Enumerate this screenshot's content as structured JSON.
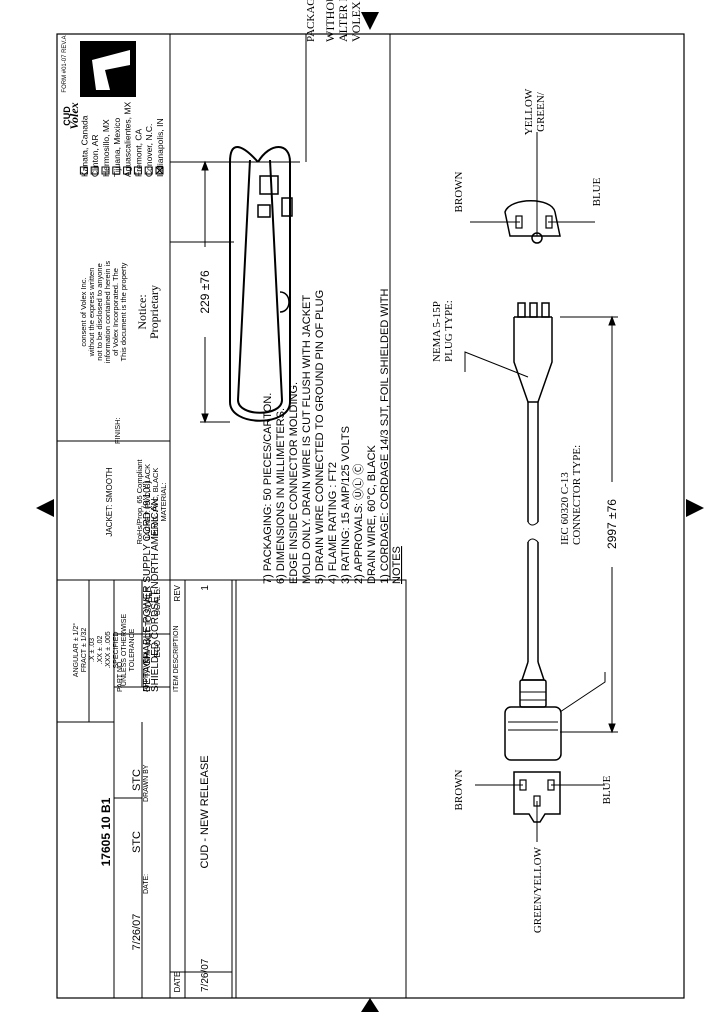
{
  "reserve_notice": [
    "VOLEX RESERVES THE RIGHT TO",
    "ALTER NON-CRITICAL DIMENSIONS",
    "WITHOUT NOTICE."
  ],
  "packaging_label": "PACKAGING: FOLD & TIE",
  "dimensions": {
    "coil_length": "229 ±76",
    "cord_length": "2997 ±76"
  },
  "plug": {
    "face_wires": {
      "green_yellow": [
        "GREEN/",
        "YELLOW"
      ],
      "brown": "BROWN",
      "blue": "BLUE"
    },
    "type_label": [
      "PLUG TYPE:",
      "NEMA 5-15P"
    ]
  },
  "connector": {
    "type_label": [
      "CONNECTOR TYPE:",
      "IEC 60320 C-13"
    ],
    "face_wires": {
      "brown": "BROWN",
      "blue": "BLUE",
      "green_yellow": "GREEN/YELLOW"
    }
  },
  "notes": {
    "title": "NOTES",
    "lines": [
      "1) CORDAGE: CORDAGE 14/3 SJT, FOIL SHIELDED WITH",
      "    DRAIN WIRE, 60°C, BLACK",
      "2) APPROVALS: ⓊⓁ Ⓒ",
      "3) RATING: 15 AMP/125 VOLTS",
      "4) FLAME RATING : FT2",
      "5) DRAIN WIRE CONNECTED TO GROUND PIN OF PLUG",
      "    MOLD ONLY.  DRAIN WIRE IS CUT FLUSH WITH JACKET",
      "    EDGE INSIDE CONNECTOR MOLDING.",
      "6) DIMENSIONS IN MILLIMETERS.",
      "7) PACKAGING: 50 PIECES/CARTON."
    ]
  },
  "revision": {
    "header_rev": "REV",
    "rev": "1",
    "description": "CUD - NEW RELEASE",
    "date_header": "DATE",
    "date": "7/26/07"
  },
  "title_block": {
    "scale_label": "SCALE:",
    "scale_value": "NOT TO SCALE",
    "eco_label": "ECO",
    "eco_value": "N/A",
    "item_description_label": "ITEM DESCRIPTION",
    "item_description": [
      "SHIELDED CORDSET,NORTH AMERICAN",
      "DETACHABLE POWER SUPPLY CORD (9'10\")"
    ],
    "approved_label": "APPROVED",
    "approved_value": "STC",
    "drawn_by_label": "DRAWN BY",
    "drawn_by_value": "STC",
    "date_label": "DATE:",
    "date_value": "7/26/07",
    "part_no_label": "PART NO.",
    "part_no": "17605 10 B1",
    "tolerance_lines": [
      "TOLERANCE",
      "UNLESS OTHERWISE",
      "SPECIFIED",
      ".XXX ± .005",
      ".XX ± .02",
      ".X ± .03",
      "FRACT ± 1/32",
      "ANGULAR ± 1/2°"
    ],
    "material_lines": [
      "MATERIAL:",
      "PLUG: PVC, BLACK",
      "JACKET: PVC, BLACK",
      "RoHs/Prop. 65 Compliant"
    ],
    "finish_label": "FINISH:",
    "finish_value": "JACKET: SMOOTH",
    "proprietary_title": [
      "Proprietary",
      "Notice:"
    ],
    "proprietary_text": [
      "This document is the property",
      "of Volex Incorporated. The",
      "information contained herein is",
      "not to be disclosed to anyone",
      "without the express written",
      "consent of Volex Inc."
    ],
    "locations": [
      {
        "name": "Indianapolis, IN",
        "checked": true
      },
      {
        "name": "Conover, N.C.",
        "checked": false
      },
      {
        "name": "Fremont, CA",
        "checked": false
      },
      {
        "name": "Aguascalientes, MX",
        "checked": false
      },
      {
        "name": "Tijuana, Mexico",
        "checked": false
      },
      {
        "name": "Hermosillo, MX",
        "checked": false
      },
      {
        "name": "Clinton, AR",
        "checked": false
      },
      {
        "name": "Kanata, Canada",
        "checked": false
      }
    ],
    "logo_text": "Volex",
    "logo_sub": "CUD",
    "form_id": "FORM #01-07 REV.A"
  }
}
